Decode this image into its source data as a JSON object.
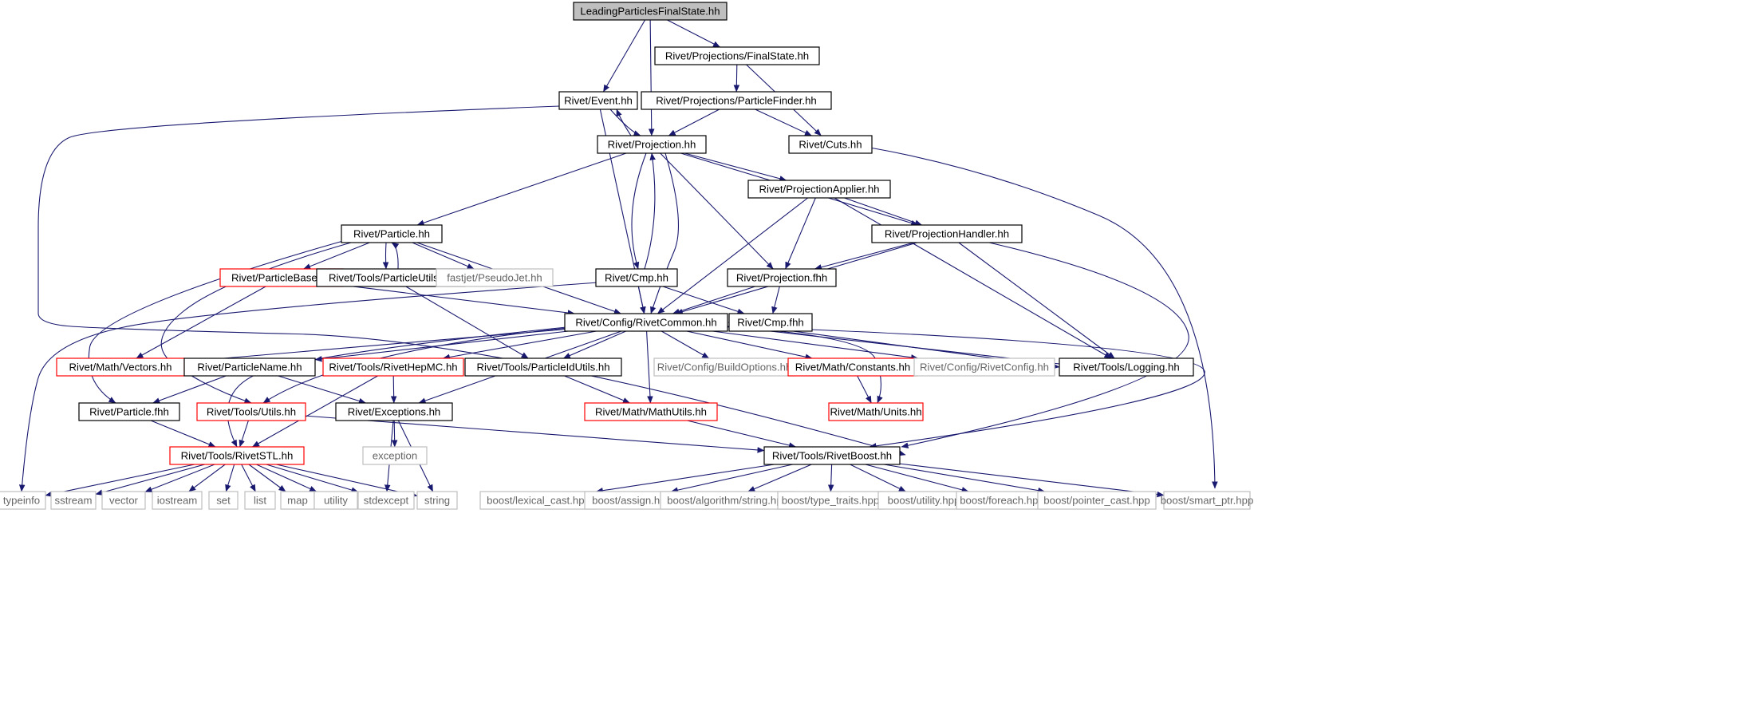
{
  "colors": {
    "edge": "#191970",
    "border_normal": "#000000",
    "border_truncated": "#ff0000",
    "border_external": "#bfbfbf",
    "root_fill": "#bfbfbf",
    "node_fill": "#ffffff",
    "text_normal": "#000000",
    "text_external": "#666666"
  },
  "nodes": [
    {
      "id": "root",
      "label": "LeadingParticlesFinalState.hh",
      "kind": "root"
    },
    {
      "id": "finalstate",
      "label": "Rivet/Projections/FinalState.hh",
      "kind": "normal"
    },
    {
      "id": "event",
      "label": "Rivet/Event.hh",
      "kind": "normal"
    },
    {
      "id": "particlefinder",
      "label": "Rivet/Projections/ParticleFinder.hh",
      "kind": "normal"
    },
    {
      "id": "projection",
      "label": "Rivet/Projection.hh",
      "kind": "normal"
    },
    {
      "id": "cuts",
      "label": "Rivet/Cuts.hh",
      "kind": "normal"
    },
    {
      "id": "projapplier",
      "label": "Rivet/ProjectionApplier.hh",
      "kind": "normal"
    },
    {
      "id": "particle",
      "label": "Rivet/Particle.hh",
      "kind": "normal"
    },
    {
      "id": "projhandler",
      "label": "Rivet/ProjectionHandler.hh",
      "kind": "normal"
    },
    {
      "id": "particlebase",
      "label": "Rivet/ParticleBase.hh",
      "kind": "truncated"
    },
    {
      "id": "particleutils",
      "label": "Rivet/Tools/ParticleUtils.hh",
      "kind": "normal"
    },
    {
      "id": "pseudojet",
      "label": "fastjet/PseudoJet.hh",
      "kind": "external"
    },
    {
      "id": "cmp",
      "label": "Rivet/Cmp.hh",
      "kind": "normal"
    },
    {
      "id": "projfhh",
      "label": "Rivet/Projection.fhh",
      "kind": "normal"
    },
    {
      "id": "rivetcommon",
      "label": "Rivet/Config/RivetCommon.hh",
      "kind": "normal"
    },
    {
      "id": "cmpfhh",
      "label": "Rivet/Cmp.fhh",
      "kind": "normal"
    },
    {
      "id": "vectors",
      "label": "Rivet/Math/Vectors.hh",
      "kind": "truncated"
    },
    {
      "id": "particlename",
      "label": "Rivet/ParticleName.hh",
      "kind": "normal"
    },
    {
      "id": "rivethepmc",
      "label": "Rivet/Tools/RivetHepMC.hh",
      "kind": "truncated"
    },
    {
      "id": "particleidutils",
      "label": "Rivet/Tools/ParticleIdUtils.hh",
      "kind": "normal"
    },
    {
      "id": "buildoptions",
      "label": "Rivet/Config/BuildOptions.hh",
      "kind": "external"
    },
    {
      "id": "constants",
      "label": "Rivet/Math/Constants.hh",
      "kind": "truncated"
    },
    {
      "id": "rivetconfig",
      "label": "Rivet/Config/RivetConfig.hh",
      "kind": "external"
    },
    {
      "id": "logging",
      "label": "Rivet/Tools/Logging.hh",
      "kind": "normal"
    },
    {
      "id": "particlefhh",
      "label": "Rivet/Particle.fhh",
      "kind": "normal"
    },
    {
      "id": "utils",
      "label": "Rivet/Tools/Utils.hh",
      "kind": "truncated"
    },
    {
      "id": "exceptions",
      "label": "Rivet/Exceptions.hh",
      "kind": "normal"
    },
    {
      "id": "mathutils",
      "label": "Rivet/Math/MathUtils.hh",
      "kind": "truncated"
    },
    {
      "id": "units",
      "label": "Rivet/Math/Units.hh",
      "kind": "truncated"
    },
    {
      "id": "rivetstl",
      "label": "Rivet/Tools/RivetSTL.hh",
      "kind": "truncated"
    },
    {
      "id": "exception",
      "label": "exception",
      "kind": "external"
    },
    {
      "id": "rivetboost",
      "label": "Rivet/Tools/RivetBoost.hh",
      "kind": "normal"
    },
    {
      "id": "typeinfo",
      "label": "typeinfo",
      "kind": "external"
    },
    {
      "id": "sstream",
      "label": "sstream",
      "kind": "external"
    },
    {
      "id": "vector",
      "label": "vector",
      "kind": "external"
    },
    {
      "id": "iostream",
      "label": "iostream",
      "kind": "external"
    },
    {
      "id": "set",
      "label": "set",
      "kind": "external"
    },
    {
      "id": "list",
      "label": "list",
      "kind": "external"
    },
    {
      "id": "map",
      "label": "map",
      "kind": "external"
    },
    {
      "id": "utility",
      "label": "utility",
      "kind": "external"
    },
    {
      "id": "stdexcept",
      "label": "stdexcept",
      "kind": "external"
    },
    {
      "id": "string",
      "label": "string",
      "kind": "external"
    },
    {
      "id": "lexicalcast",
      "label": "boost/lexical_cast.hpp",
      "kind": "external"
    },
    {
      "id": "assign",
      "label": "boost/assign.hpp",
      "kind": "external"
    },
    {
      "id": "algostring",
      "label": "boost/algorithm/string.hpp",
      "kind": "external"
    },
    {
      "id": "typetraits",
      "label": "boost/type_traits.hpp",
      "kind": "external"
    },
    {
      "id": "boostutility",
      "label": "boost/utility.hpp",
      "kind": "external"
    },
    {
      "id": "foreach",
      "label": "boost/foreach.hpp",
      "kind": "external"
    },
    {
      "id": "pointercast",
      "label": "boost/pointer_cast.hpp",
      "kind": "external"
    },
    {
      "id": "smartptr",
      "label": "boost/smart_ptr.hpp",
      "kind": "external"
    }
  ],
  "edges": [
    [
      "root",
      "event"
    ],
    [
      "root",
      "projection"
    ],
    [
      "root",
      "finalstate"
    ],
    [
      "finalstate",
      "particlefinder"
    ],
    [
      "finalstate",
      "cuts"
    ],
    [
      "particlefinder",
      "projection"
    ],
    [
      "particlefinder",
      "cuts"
    ],
    [
      "event",
      "projection"
    ],
    [
      "event",
      "rivetcommon"
    ],
    [
      "event",
      "rivetboost"
    ],
    [
      "projection",
      "event"
    ],
    [
      "projection",
      "cmp"
    ],
    [
      "projection",
      "rivetcommon"
    ],
    [
      "projection",
      "particle"
    ],
    [
      "projection",
      "projapplier"
    ],
    [
      "projection",
      "projhandler"
    ],
    [
      "projection",
      "projfhh"
    ],
    [
      "cuts",
      "smartptr"
    ],
    [
      "projapplier",
      "projfhh"
    ],
    [
      "projapplier",
      "projhandler"
    ],
    [
      "projapplier",
      "rivetcommon"
    ],
    [
      "projapplier",
      "logging"
    ],
    [
      "projhandler",
      "projfhh"
    ],
    [
      "projhandler",
      "rivetcommon"
    ],
    [
      "projhandler",
      "logging"
    ],
    [
      "projhandler",
      "rivetboost"
    ],
    [
      "particle",
      "particlebase"
    ],
    [
      "particle",
      "particleutils"
    ],
    [
      "particle",
      "pseudojet"
    ],
    [
      "particle",
      "rivetcommon"
    ],
    [
      "particle",
      "particlefhh"
    ],
    [
      "particle",
      "utils"
    ],
    [
      "particleutils",
      "particle"
    ],
    [
      "particleutils",
      "particleidutils"
    ],
    [
      "particlebase",
      "rivetcommon"
    ],
    [
      "particlebase",
      "vectors"
    ],
    [
      "cmp",
      "projection"
    ],
    [
      "cmp",
      "rivetcommon"
    ],
    [
      "cmp",
      "cmpfhh"
    ],
    [
      "cmp",
      "typeinfo"
    ],
    [
      "projfhh",
      "rivetcommon"
    ],
    [
      "projfhh",
      "cmpfhh"
    ],
    [
      "rivetcommon",
      "vectors"
    ],
    [
      "rivetcommon",
      "particlename"
    ],
    [
      "rivetcommon",
      "rivethepmc"
    ],
    [
      "rivetcommon",
      "particleidutils"
    ],
    [
      "rivetcommon",
      "buildoptions"
    ],
    [
      "rivetcommon",
      "constants"
    ],
    [
      "rivetcommon",
      "rivetconfig"
    ],
    [
      "rivetcommon",
      "logging"
    ],
    [
      "rivetcommon",
      "utils"
    ],
    [
      "rivetcommon",
      "exceptions"
    ],
    [
      "rivetcommon",
      "mathutils"
    ],
    [
      "rivetcommon",
      "units"
    ],
    [
      "rivetcommon",
      "rivetstl"
    ],
    [
      "rivetcommon",
      "rivetboost"
    ],
    [
      "logging",
      "rivetcommon"
    ],
    [
      "particlename",
      "particlefhh"
    ],
    [
      "particlename",
      "exceptions"
    ],
    [
      "rivethepmc",
      "exceptions"
    ],
    [
      "rivethepmc",
      "rivetstl"
    ],
    [
      "particleidutils",
      "mathutils"
    ],
    [
      "constants",
      "units"
    ],
    [
      "particlefhh",
      "rivetstl"
    ],
    [
      "utils",
      "rivetstl"
    ],
    [
      "utils",
      "rivetboost"
    ],
    [
      "exceptions",
      "exception"
    ],
    [
      "exceptions",
      "stdexcept"
    ],
    [
      "exceptions",
      "string"
    ],
    [
      "mathutils",
      "rivetboost"
    ],
    [
      "rivetstl",
      "typeinfo"
    ],
    [
      "rivetstl",
      "sstream"
    ],
    [
      "rivetstl",
      "vector"
    ],
    [
      "rivetstl",
      "iostream"
    ],
    [
      "rivetstl",
      "set"
    ],
    [
      "rivetstl",
      "list"
    ],
    [
      "rivetstl",
      "map"
    ],
    [
      "rivetstl",
      "utility"
    ],
    [
      "rivetstl",
      "stdexcept"
    ],
    [
      "rivetstl",
      "string"
    ],
    [
      "rivetboost",
      "lexicalcast"
    ],
    [
      "rivetboost",
      "assign"
    ],
    [
      "rivetboost",
      "algostring"
    ],
    [
      "rivetboost",
      "typetraits"
    ],
    [
      "rivetboost",
      "boostutility"
    ],
    [
      "rivetboost",
      "foreach"
    ],
    [
      "rivetboost",
      "pointercast"
    ],
    [
      "rivetboost",
      "smartptr"
    ]
  ]
}
